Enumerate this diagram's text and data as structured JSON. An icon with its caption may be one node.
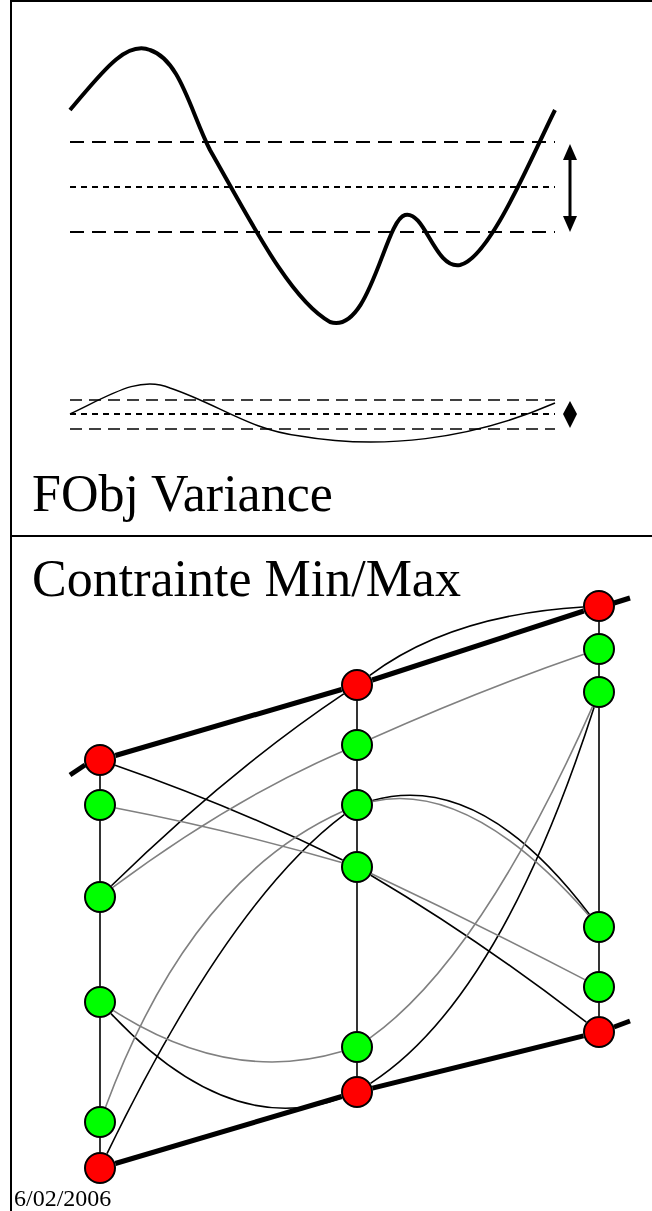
{
  "diagram": {
    "nodes": [
      {
        "text": [
          "FObj Variance"
        ]
      },
      {
        "text": [
          "Contrainte Min/Max"
        ]
      },
      {
        "text": [],
        "shape": "circle",
        "in": 1
      },
      {
        "text": [],
        "shape": "circle",
        "in": 1
      },
      {
        "text": [],
        "shape": "circle",
        "in": 1
      },
      {
        "text": [],
        "shape": "circle",
        "in": 1
      },
      {
        "text": [],
        "shape": "circle",
        "in": 1
      },
      {
        "text": [],
        "shape": "circle",
        "in": 1
      },
      {
        "text": [],
        "shape": "circle",
        "in": 1
      },
      {
        "text": [],
        "shape": "circle",
        "in": 1
      },
      {
        "text": [],
        "shape": "circle",
        "in": 1
      },
      {
        "text": [],
        "shape": "circle",
        "in": 1
      },
      {
        "text": [],
        "shape": "circle",
        "in": 1
      },
      {
        "text": [],
        "shape": "circle",
        "in": 1
      },
      {
        "text": [],
        "shape": "circle",
        "in": 1
      },
      {
        "text": [],
        "shape": "circle",
        "in": 1
      },
      {
        "text": [],
        "shape": "circle",
        "in": 1
      },
      {
        "text": [],
        "shape": "circle",
        "in": 1
      },
      {
        "text": [],
        "shape": "circle",
        "in": 1
      },
      {
        "text": [],
        "shape": "circle",
        "in": 1
      }
    ],
    "edges": [
      {
        "from": 2,
        "to": 3,
        "arrow": "none"
      },
      {
        "from": 3,
        "to": 4,
        "arrow": "none"
      },
      {
        "from": 4,
        "to": 5,
        "arrow": "none"
      },
      {
        "from": 5,
        "to": 6,
        "arrow": "none"
      },
      {
        "from": 6,
        "to": 7,
        "arrow": "none"
      },
      {
        "from": 8,
        "to": 9,
        "arrow": "none"
      },
      {
        "from": 9,
        "to": 10,
        "arrow": "none"
      },
      {
        "from": 10,
        "to": 11,
        "arrow": "none"
      },
      {
        "from": 11,
        "to": 12,
        "arrow": "none"
      },
      {
        "from": 12,
        "to": 13,
        "arrow": "none"
      },
      {
        "from": 14,
        "to": 15,
        "arrow": "none"
      },
      {
        "from": 15,
        "to": 16,
        "arrow": "none"
      },
      {
        "from": 16,
        "to": 17,
        "arrow": "none"
      },
      {
        "from": 17,
        "to": 18,
        "arrow": "none"
      },
      {
        "from": 18,
        "to": 19,
        "arrow": "none"
      },
      {
        "from": 2,
        "to": 8,
        "arrow": "none",
        "style": "thick"
      },
      {
        "from": 8,
        "to": 14,
        "arrow": "none",
        "style": "thick"
      },
      {
        "from": 7,
        "to": 13,
        "arrow": "none",
        "style": "thick"
      },
      {
        "from": 13,
        "to": 19,
        "arrow": "none",
        "style": "thick"
      },
      {
        "from": 2,
        "to": 11,
        "arrow": "none"
      },
      {
        "from": 11,
        "to": 19,
        "arrow": "none"
      },
      {
        "from": 4,
        "to": 8,
        "arrow": "none"
      },
      {
        "from": 8,
        "to": 14,
        "arrow": "none"
      },
      {
        "from": 7,
        "to": 10,
        "arrow": "none"
      },
      {
        "from": 10,
        "to": 17,
        "arrow": "none"
      },
      {
        "from": 5,
        "to": 13,
        "arrow": "none"
      },
      {
        "from": 13,
        "to": 16,
        "arrow": "none"
      },
      {
        "from": 3,
        "to": 11,
        "arrow": "none",
        "color": "#808080"
      },
      {
        "from": 11,
        "to": 18,
        "arrow": "none",
        "color": "#808080"
      },
      {
        "from": 4,
        "to": 9,
        "arrow": "none",
        "color": "#808080"
      },
      {
        "from": 9,
        "to": 15,
        "arrow": "none",
        "color": "#808080"
      },
      {
        "from": 6,
        "to": 10,
        "arrow": "none",
        "color": "#808080"
      },
      {
        "from": 10,
        "to": 17,
        "arrow": "none",
        "color": "#808080"
      },
      {
        "from": 5,
        "to": 12,
        "arrow": "none",
        "color": "#808080"
      },
      {
        "from": 12,
        "to": 16,
        "arrow": "none",
        "color": "#808080"
      }
    ],
    "labels": [
      "6/02/2006"
    ]
  }
}
